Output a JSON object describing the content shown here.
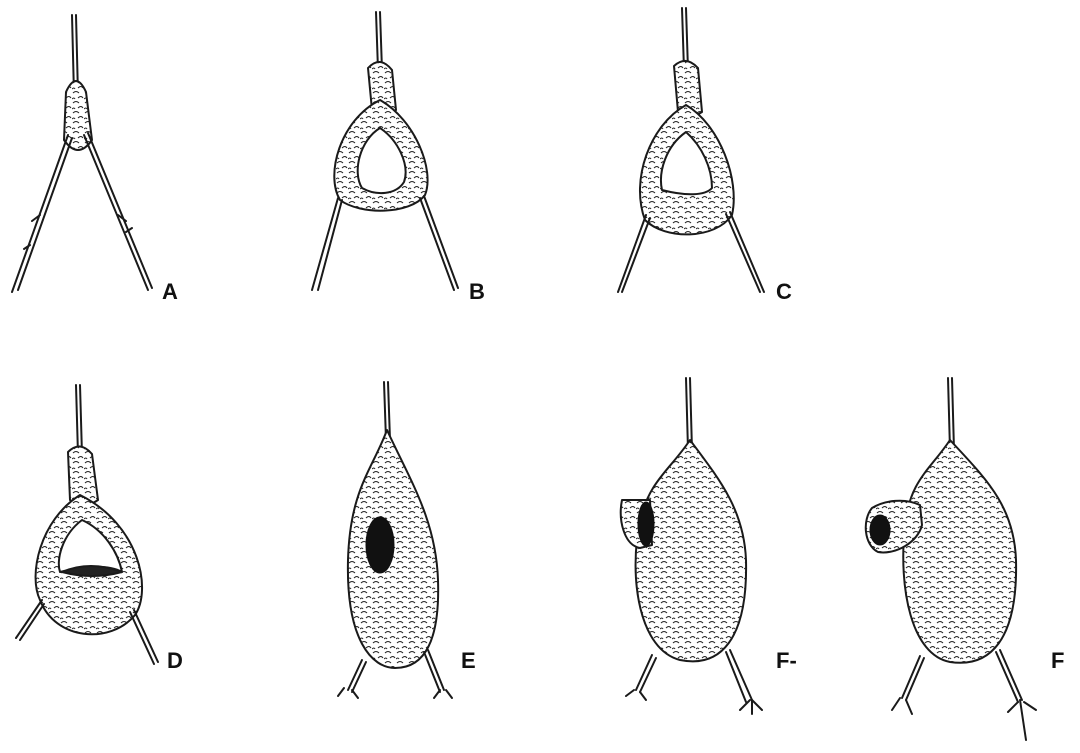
{
  "figure": {
    "stages": [
      {
        "id": "A",
        "label": "A"
      },
      {
        "id": "B",
        "label": "B"
      },
      {
        "id": "C",
        "label": "C"
      },
      {
        "id": "D",
        "label": "D"
      },
      {
        "id": "E",
        "label": "E"
      },
      {
        "id": "F2",
        "label": "F-"
      },
      {
        "id": "F",
        "label": "F"
      }
    ],
    "colors": {
      "ink": "#1a1a1a",
      "paper": "#ffffff"
    }
  }
}
